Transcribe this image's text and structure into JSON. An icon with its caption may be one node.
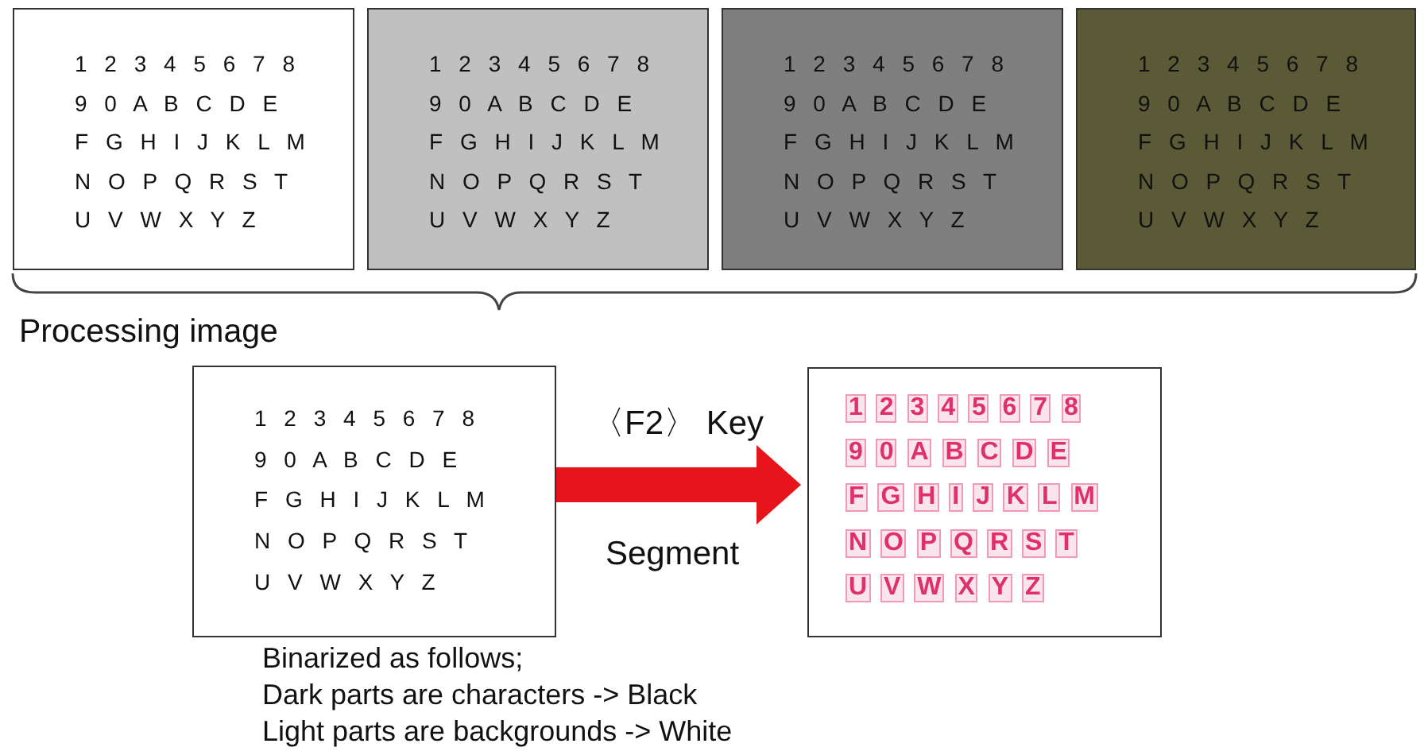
{
  "diagram": {
    "nodes": [
      {
        "text": [
          "1 2 3 4 5 6 7 8",
          "9 0 A B C D E",
          "F G H I J K L M",
          "N O P Q R S T",
          "U V W X Y Z"
        ]
      },
      {
        "text": [
          "1 2 3 4 5 6 7 8",
          "9 0 A B C D E",
          "F G H I J K L M",
          "N O P Q R S T",
          "U V W X Y Z"
        ]
      },
      {
        "text": [
          "1 2 3 4 5 6 7 8",
          "9 0 A B C D E",
          "F G H I J K L M",
          "N O P Q R S T",
          "U V W X Y Z"
        ]
      },
      {
        "text": [
          "1 2 3 4 5 6 7 8",
          "9 0 A B C D E",
          "F G H I J K L M",
          "N O P Q R S T",
          "U V W X Y Z"
        ]
      },
      {
        "text": [
          "1 2 3 4 5 6 7 8",
          "9 0 A B C D E",
          "F G H I J K L M",
          "N O P Q R S T",
          "U V W X Y Z"
        ],
        "beside": [
          "Binarized as follows;",
          "Dark parts are characters -> Black",
          "Light parts are backgrounds -> White"
        ]
      },
      {
        "text": [
          "1 2 3 4 5 6 7 8",
          "9 0 A B C D E",
          "F G H I J K L M",
          "N O P Q R S T",
          "U V W X Y Z"
        ]
      }
    ],
    "edges": [
      {
        "from": 4,
        "to": 5,
        "arrow": "to",
        "label": "〈F2〉 Key"
      }
    ],
    "labels": [
      "Processing image",
      "Segment"
    ]
  }
}
